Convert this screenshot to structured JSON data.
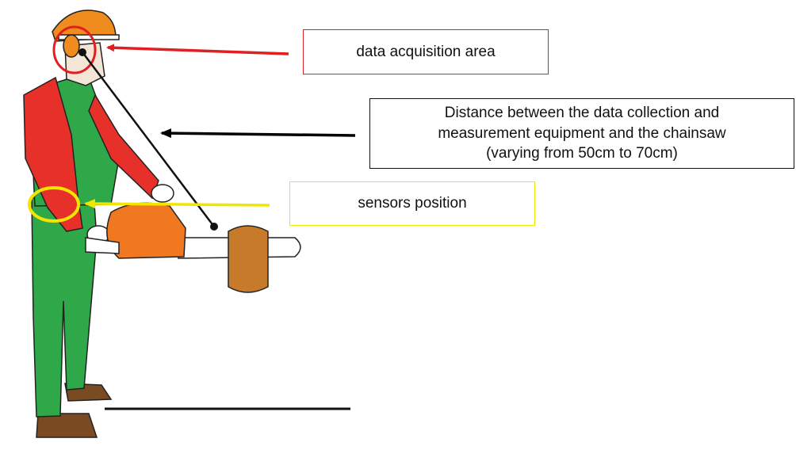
{
  "labels": {
    "data_acquisition": "data acquisition area",
    "distance_line1": "Distance between the data collection and",
    "distance_line2": "measurement equipment and the chainsaw",
    "distance_line3": "(varying from 50cm to 70cm)",
    "sensors_position": "sensors position"
  },
  "colors": {
    "data_acquisition": "#e02020",
    "distance": "#000000",
    "sensors": "#f2e600",
    "helmet": "#f08c1e",
    "jacket": "#e8302a",
    "overalls": "#2fa84a",
    "chainsaw": "#f07820",
    "wood": "#c77a2a",
    "boots": "#7a4a22"
  }
}
